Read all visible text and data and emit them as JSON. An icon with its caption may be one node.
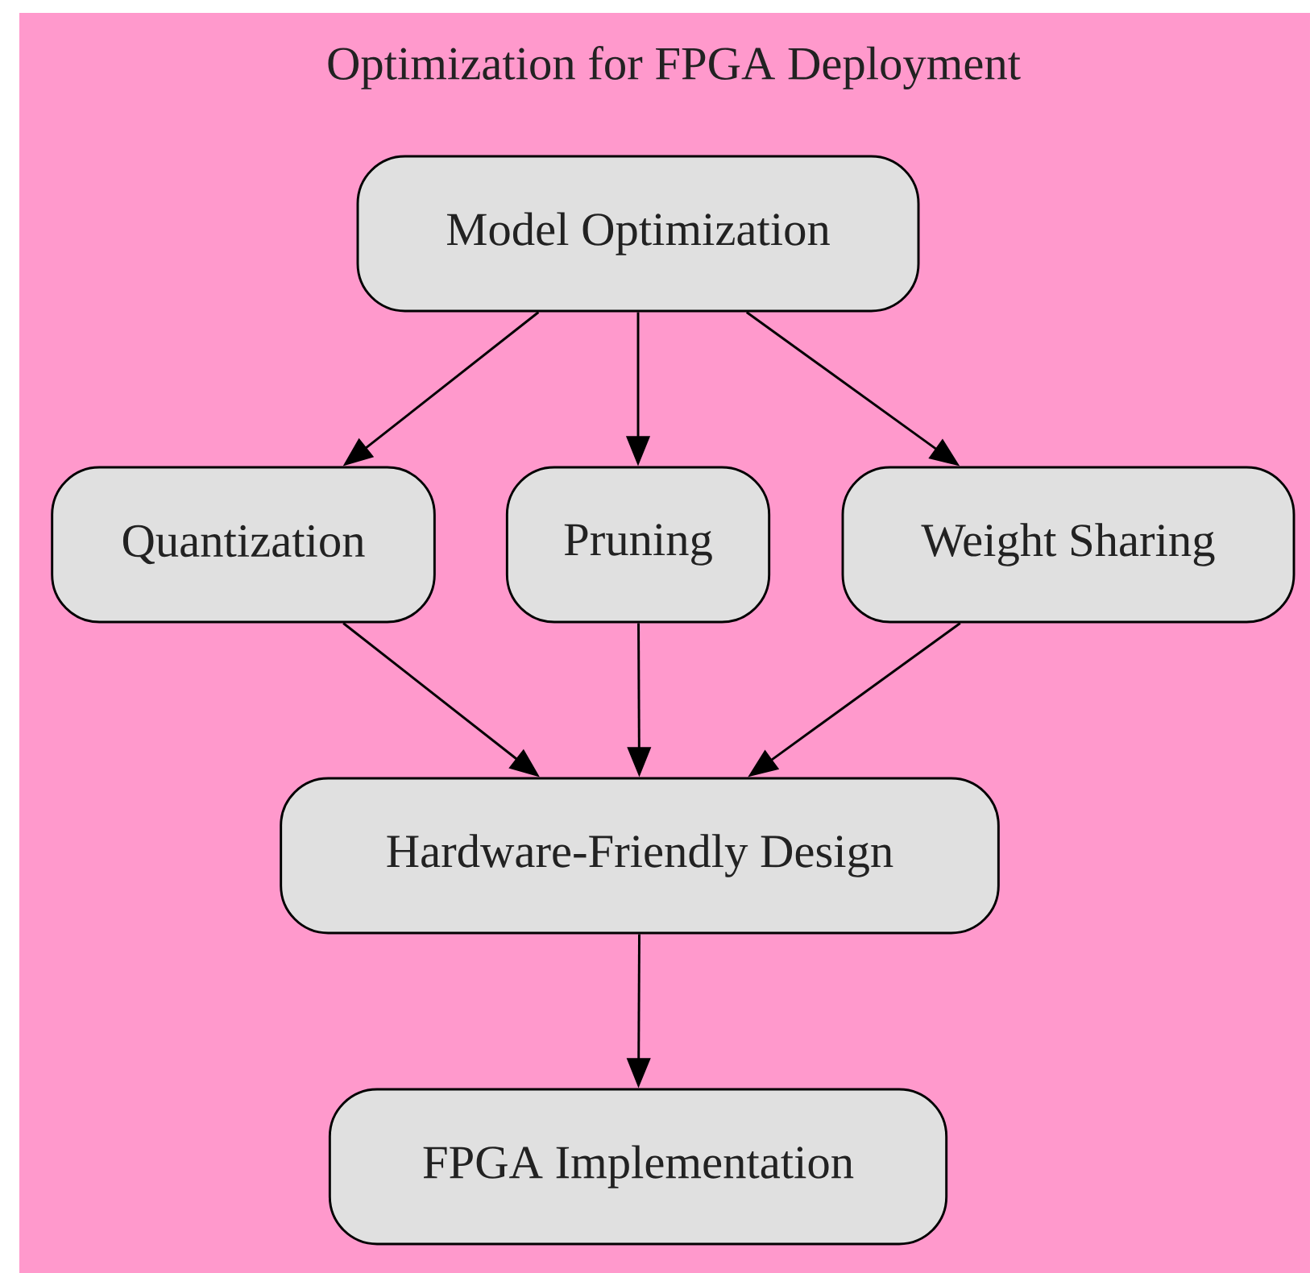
{
  "diagram": {
    "title": "Optimization for FPGA Deployment",
    "nodes": [
      {
        "text": [
          "Model Optimization"
        ]
      },
      {
        "text": [
          "Quantization"
        ]
      },
      {
        "text": [
          "Pruning"
        ]
      },
      {
        "text": [
          "Weight Sharing"
        ]
      },
      {
        "text": [
          "Hardware-Friendly Design"
        ]
      },
      {
        "text": [
          "FPGA Implementation"
        ]
      }
    ],
    "edges": [
      {
        "from": 0,
        "to": 1,
        "arrow": "to"
      },
      {
        "from": 0,
        "to": 2,
        "arrow": "to"
      },
      {
        "from": 0,
        "to": 3,
        "arrow": "to"
      },
      {
        "from": 1,
        "to": 4,
        "arrow": "to"
      },
      {
        "from": 2,
        "to": 4,
        "arrow": "to"
      },
      {
        "from": 3,
        "to": 4,
        "arrow": "to"
      },
      {
        "from": 4,
        "to": 5,
        "arrow": "to"
      }
    ]
  }
}
